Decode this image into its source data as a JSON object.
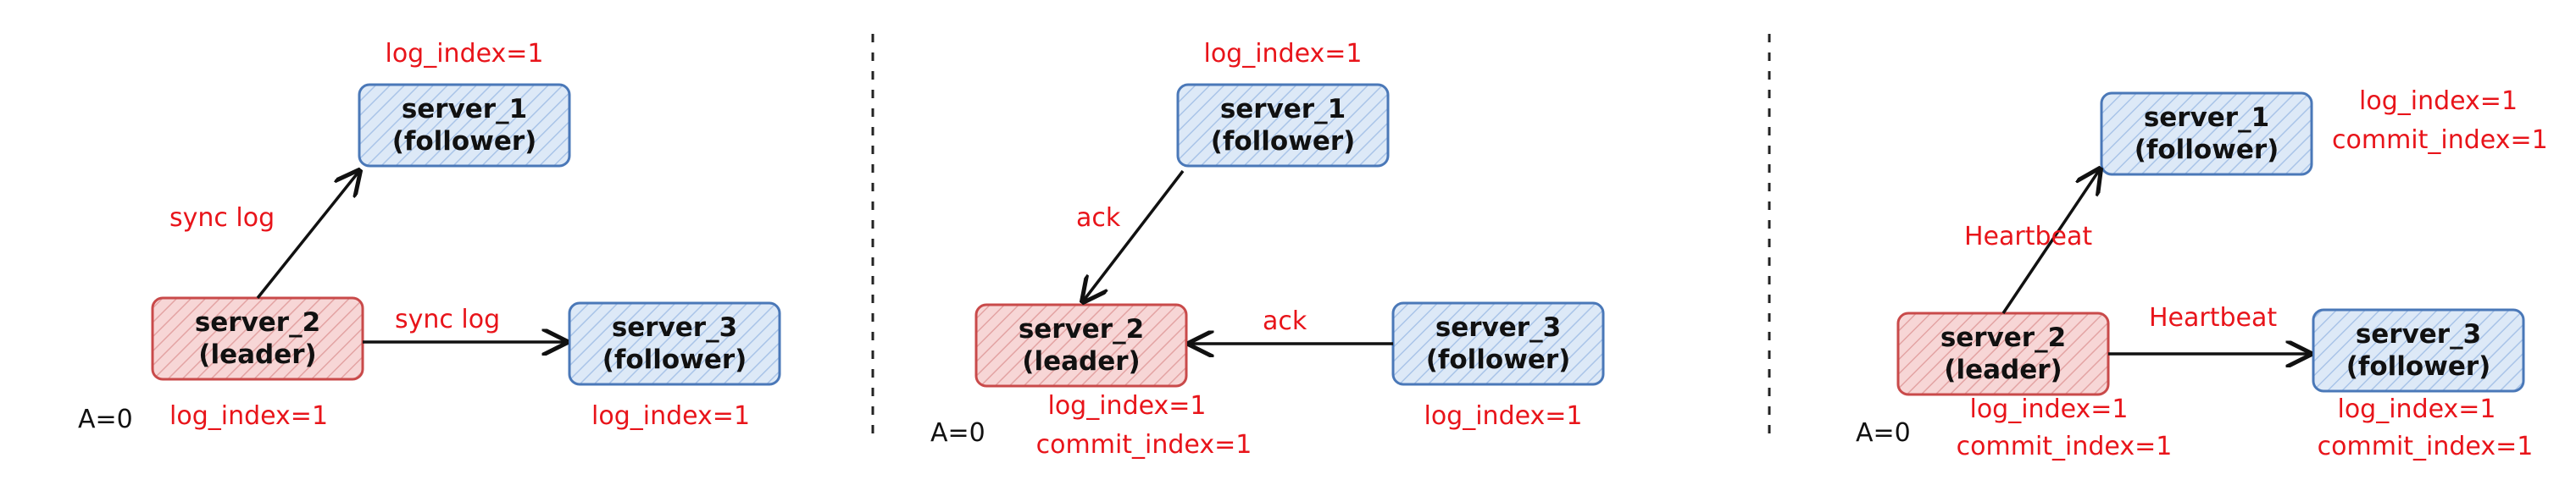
{
  "colors": {
    "leader_stroke": "#c94a4a",
    "leader_fill": "#f7d6d6",
    "follower_stroke": "#4a78b8",
    "follower_fill": "#dde9f7",
    "annotation_text": "#e8141a",
    "arrow": "#111111"
  },
  "panels": [
    {
      "server_1": {
        "name": "server_1",
        "role": "(follower)",
        "annotation": "log_index=1"
      },
      "server_2": {
        "name": "server_2",
        "role": "(leader)",
        "annotation": "log_index=1",
        "variable": "A=0"
      },
      "server_3": {
        "name": "server_3",
        "role": "(follower)",
        "annotation": "log_index=1"
      },
      "edge_to_server_1": "sync log",
      "edge_to_server_3": "sync log"
    },
    {
      "server_1": {
        "name": "server_1",
        "role": "(follower)",
        "annotation": "log_index=1"
      },
      "server_2": {
        "name": "server_2",
        "role": "(leader)",
        "annotation_line1": "log_index=1",
        "annotation_line2": "commit_index=1",
        "variable": "A=0"
      },
      "server_3": {
        "name": "server_3",
        "role": "(follower)",
        "annotation": "log_index=1"
      },
      "edge_from_server_1": "ack",
      "edge_from_server_3": "ack"
    },
    {
      "server_1": {
        "name": "server_1",
        "role": "(follower)",
        "annotation_line1": "log_index=1",
        "annotation_line2": "commit_index=1"
      },
      "server_2": {
        "name": "server_2",
        "role": "(leader)",
        "annotation_line1": "log_index=1",
        "annotation_line2": "commit_index=1",
        "variable": "A=0"
      },
      "server_3": {
        "name": "server_3",
        "role": "(follower)",
        "annotation_line1": "log_index=1",
        "annotation_line2": "commit_index=1"
      },
      "edge_to_server_1": "Heartbeat",
      "edge_to_server_3": "Heartbeat"
    }
  ]
}
